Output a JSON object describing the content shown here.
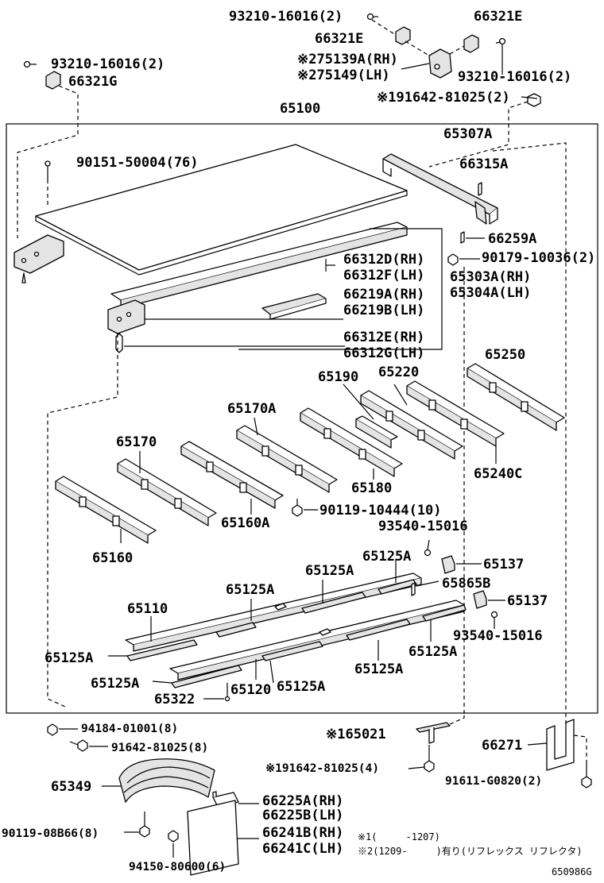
{
  "labels": {
    "l01": "93210-16016(2)",
    "l02": "66321E",
    "l03": "66321E",
    "l04": "93210-16016(2)",
    "l05": "66321G",
    "l06": "※275139A(RH)",
    "l07": "※275149(LH)",
    "l08": "93210-16016(2)",
    "l09": "※191642-81025(2)",
    "l10": "65100",
    "l11": "65307A",
    "l12": "90151-50004(76)",
    "l13": "66315A",
    "l14": "66259A",
    "l15": "90179-10036(2)",
    "l16": "66312D(RH)",
    "l17": "66312F(LH)",
    "l18": "65303A(RH)",
    "l19": "65304A(LH)",
    "l20": "66219A(RH)",
    "l21": "66219B(LH)",
    "l22": "66312E(RH)",
    "l23": "66312G(LH)",
    "l24": "65250",
    "l25": "65190",
    "l26": "65220",
    "l27": "65170A",
    "l28": "65170",
    "l29": "65180",
    "l30": "65240C",
    "l31": "90119-10444(10)",
    "l32": "65160A",
    "l33": "65160",
    "l34": "93540-15016",
    "l35": "65125A",
    "l36": "65137",
    "l37": "65125A",
    "l38": "65865B",
    "l39": "65125A",
    "l40": "65137",
    "l41": "65110",
    "l42": "93540-15016",
    "l43": "65125A",
    "l44": "65125A",
    "l45": "65125A",
    "l46": "65125A",
    "l47": "65120",
    "l48": "65125A",
    "l49": "65322",
    "l50": "94184-01001(8)",
    "l51": "91642-81025(8)",
    "l52": "※165021",
    "l53": "66271",
    "l54": "※191642-81025(4)",
    "l55": "91611-G0820(2)",
    "l56": "65349",
    "l57": "66225A(RH)",
    "l58": "66225B(LH)",
    "l59": "90119-08B66(8)",
    "l60": "66241B(RH)",
    "l61": "66241C(LH)",
    "l62": "94150-80600(6)",
    "l63": "650986G"
  },
  "notes": {
    "n1": "※1(　　　-1207)",
    "n2": "※2(1209-　　　)有り(リフレックス リフレクタ)"
  }
}
